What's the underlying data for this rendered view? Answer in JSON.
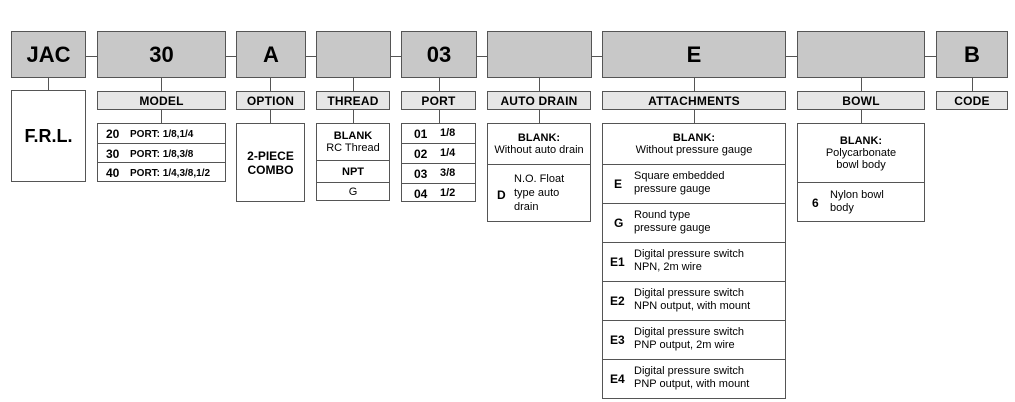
{
  "codes": {
    "jac": "JAC",
    "model": "30",
    "option": "A",
    "thread": "",
    "port": "03",
    "auto_drain": "",
    "attachments": "E",
    "bowl": "",
    "code": "B"
  },
  "headers": {
    "model": "MODEL",
    "option": "OPTION",
    "thread": "THREAD",
    "port": "PORT",
    "auto_drain": "AUTO DRAIN",
    "attachments": "ATTACHMENTS",
    "bowl": "BOWL",
    "code": "CODE"
  },
  "jac_desc": "F.R.L.",
  "model_rows": [
    {
      "code": "20",
      "desc": "PORT: 1/8,1/4"
    },
    {
      "code": "30",
      "desc": "PORT: 1/8,3/8"
    },
    {
      "code": "40",
      "desc": "PORT: 1/4,3/8,1/2"
    }
  ],
  "option_lines": [
    "2-PIECE",
    "COMBO"
  ],
  "thread_rows": [
    {
      "title": "BLANK",
      "desc": "RC Thread"
    },
    {
      "title": "NPT"
    },
    {
      "title": "G"
    }
  ],
  "port_rows": [
    {
      "code": "01",
      "desc": "1/8"
    },
    {
      "code": "02",
      "desc": "1/4"
    },
    {
      "code": "03",
      "desc": "3/8"
    },
    {
      "code": "04",
      "desc": "1/2"
    }
  ],
  "auto_drain": {
    "blank_title": "BLANK:",
    "blank_desc": "Without auto drain",
    "d_code": "D",
    "d_lines": [
      "N.O. Float",
      "type auto",
      "drain"
    ]
  },
  "attachments": {
    "blank_title": "BLANK:",
    "blank_desc": "Without pressure gauge",
    "rows": [
      {
        "code": "E",
        "lines": [
          "Square embedded",
          "pressure gauge"
        ]
      },
      {
        "code": "G",
        "lines": [
          "Round type",
          "pressure gauge"
        ]
      },
      {
        "code": "E1",
        "lines": [
          "Digital pressure switch",
          "NPN, 2m wire"
        ]
      },
      {
        "code": "E2",
        "lines": [
          "Digital pressure switch",
          "NPN output, with mount"
        ]
      },
      {
        "code": "E3",
        "lines": [
          "Digital pressure switch",
          "PNP output, 2m wire"
        ]
      },
      {
        "code": "E4",
        "lines": [
          "Digital pressure switch",
          "PNP output, with mount"
        ]
      }
    ]
  },
  "bowl": {
    "blank_title": "BLANK:",
    "blank_lines": [
      "Polycarbonate",
      "bowl body"
    ],
    "code6": "6",
    "code6_lines": [
      "Nylon bowl",
      "body"
    ]
  }
}
